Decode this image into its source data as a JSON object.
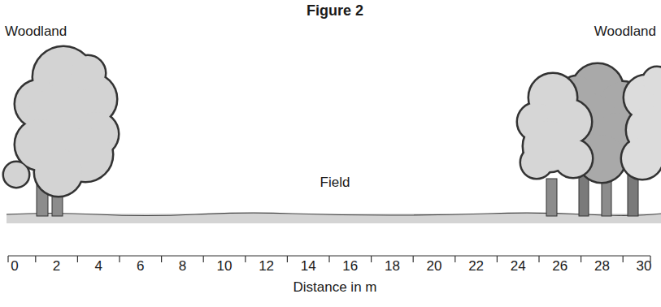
{
  "diagram": {
    "title": "Figure 2",
    "labels": [
      "Woodland",
      "Woodland",
      "Field",
      "0",
      "2",
      "4",
      "6",
      "8",
      "10",
      "12",
      "14",
      "16",
      "18",
      "20",
      "22",
      "24",
      "26",
      "28",
      "30",
      "Distance in m"
    ]
  }
}
